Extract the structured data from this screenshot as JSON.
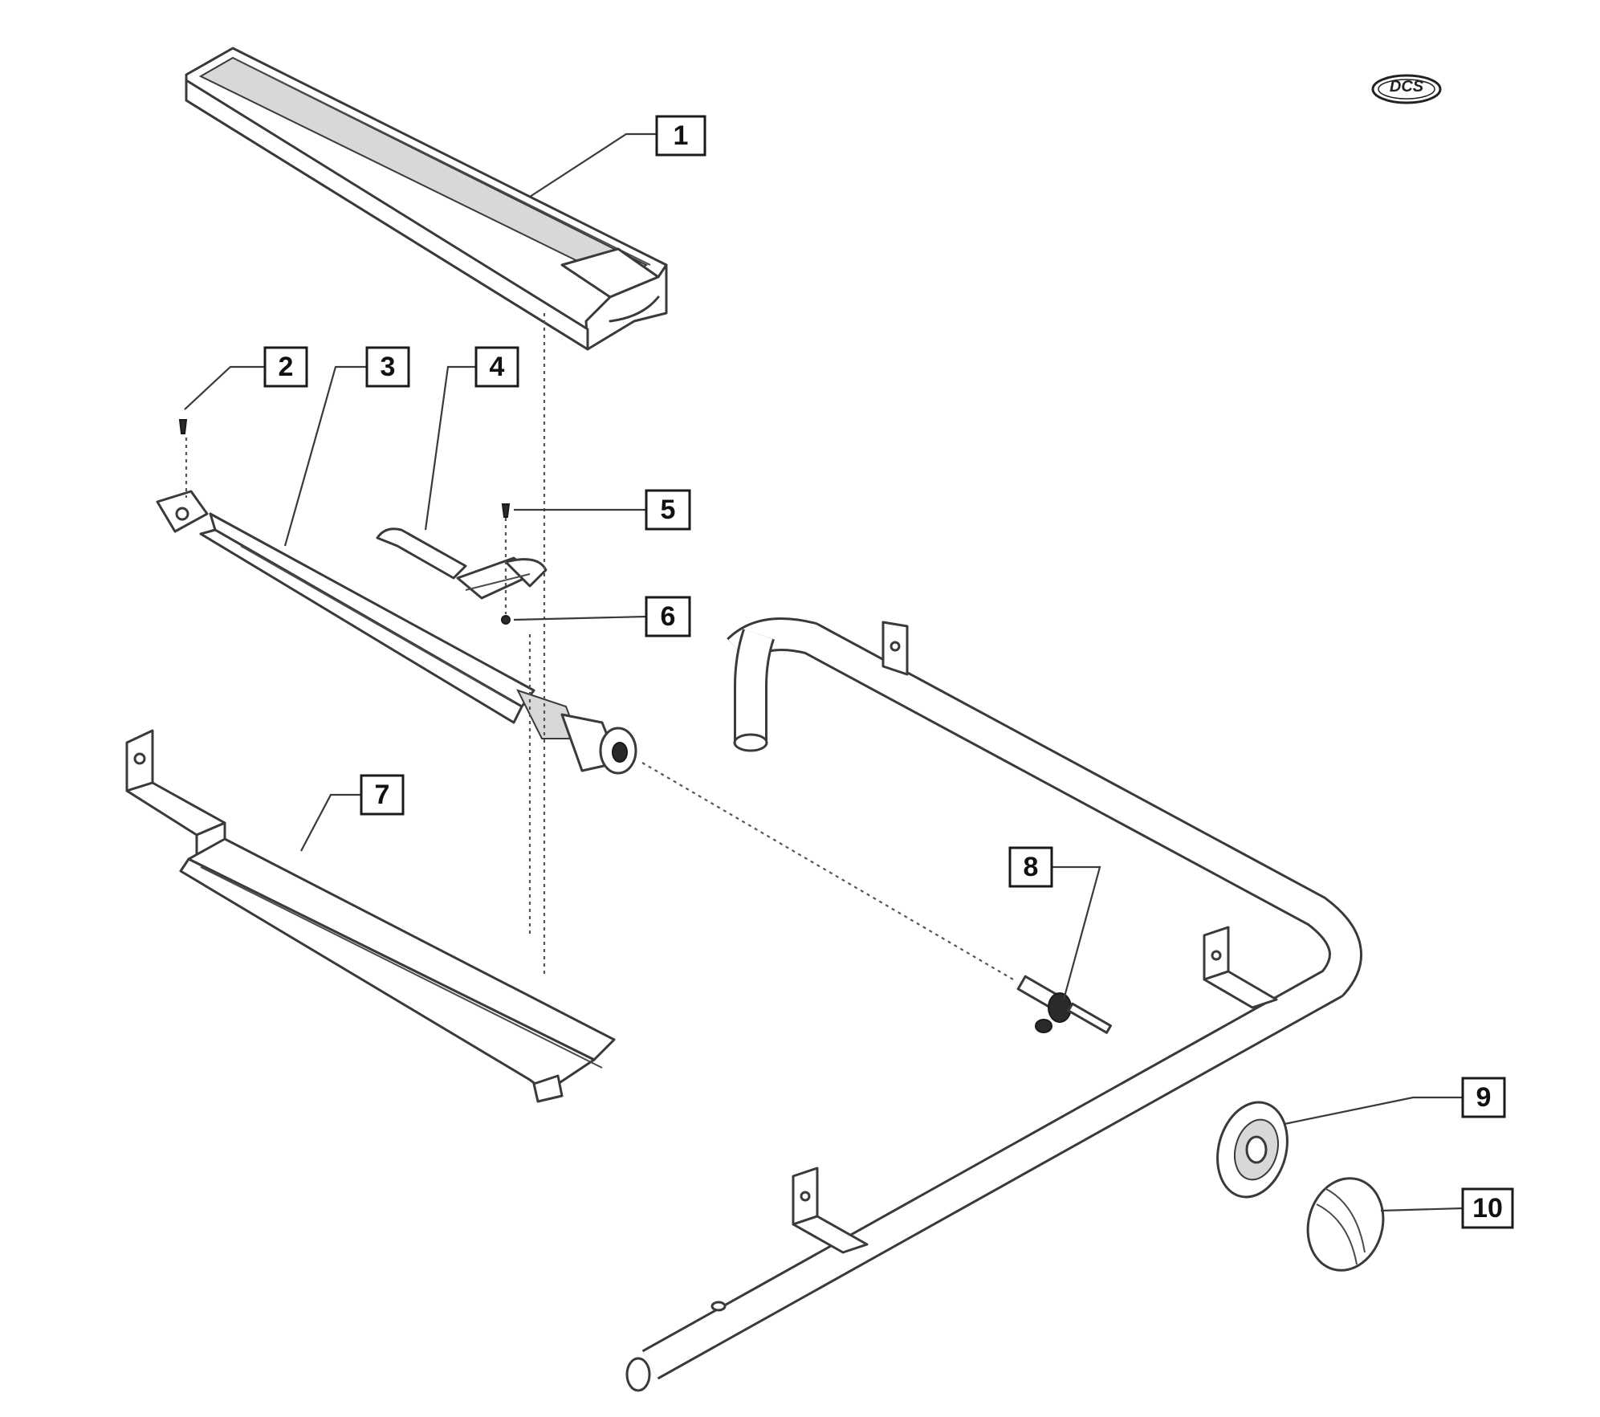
{
  "logo": {
    "text": "DCS"
  },
  "callouts": [
    {
      "id": "c1",
      "label": "1"
    },
    {
      "id": "c2",
      "label": "2"
    },
    {
      "id": "c3",
      "label": "3"
    },
    {
      "id": "c4",
      "label": "4"
    },
    {
      "id": "c5",
      "label": "5"
    },
    {
      "id": "c6",
      "label": "6"
    },
    {
      "id": "c7",
      "label": "7"
    },
    {
      "id": "c8",
      "label": "8"
    },
    {
      "id": "c9",
      "label": "9"
    },
    {
      "id": "c10",
      "label": "10"
    }
  ]
}
